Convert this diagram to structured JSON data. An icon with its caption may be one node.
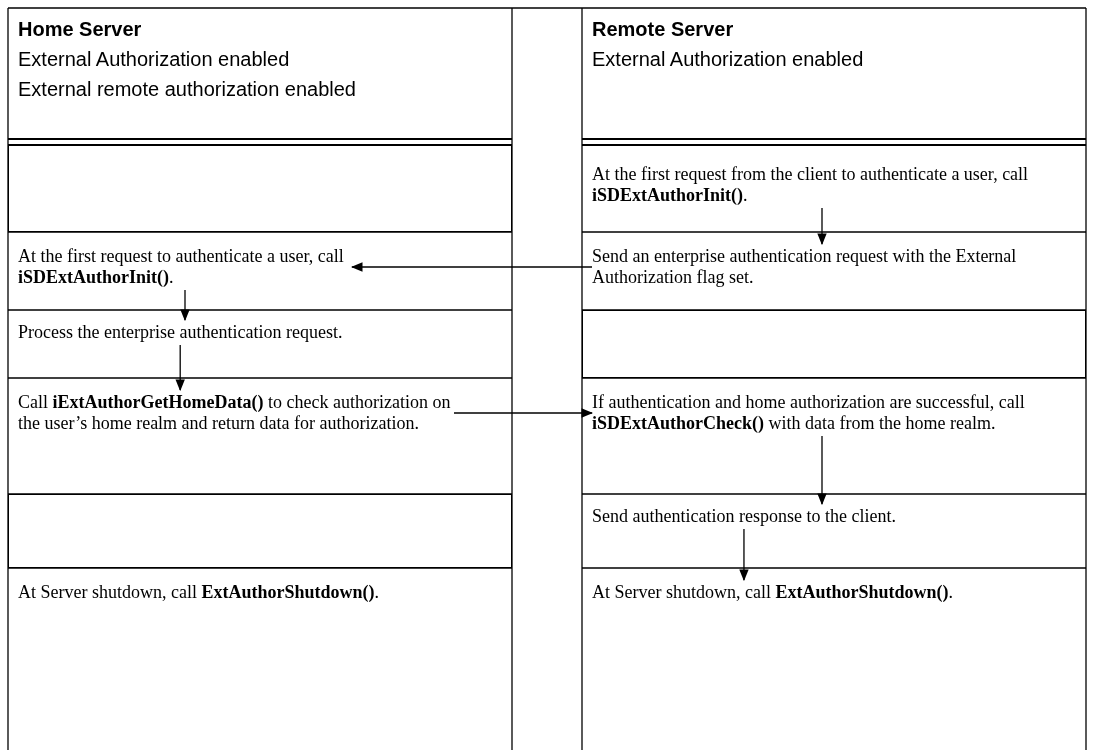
{
  "diagram": {
    "nodes": [
      {
        "text": [
          "Home Server",
          "External Authorization enabled",
          "External remote authorization enabled"
        ]
      },
      {
        "text": [
          "Remote Server",
          "External Authorization enabled"
        ]
      },
      {
        "text": [],
        "shape": "box"
      },
      {
        "text": [
          "At the first request from the client to authenticate a user, call **iSDExtAuthorInit()**."
        ]
      },
      {
        "text": [
          "At the first request to authenticate a user, call **iSDExtAuthorInit()**."
        ]
      },
      {
        "text": [
          "Send an enterprise authentication request with the External Authorization flag set."
        ]
      },
      {
        "text": [
          "Process the enterprise authentication request."
        ]
      },
      {
        "text": [],
        "shape": "box"
      },
      {
        "text": [
          "Call **iExtAuthorGetHomeData()** to check authorization on the user’s home realm and return data for authorization."
        ]
      },
      {
        "text": [
          "If authentication and home authorization are successful, call **iSDExtAuthorCheck()** with data from the home realm."
        ]
      },
      {
        "text": [],
        "shape": "box"
      },
      {
        "text": [
          "Send authentication response to the client."
        ]
      },
      {
        "text": [
          "At Server shutdown, call **ExtAuthorShutdown()**."
        ]
      },
      {
        "text": [
          "At Server shutdown, call **ExtAuthorShutdown()**."
        ]
      }
    ],
    "edges": [
      {
        "from": 3,
        "to": 5,
        "arrow": "to"
      },
      {
        "from": 5,
        "to": 4,
        "arrow": "to"
      },
      {
        "from": 4,
        "to": 6,
        "arrow": "to"
      },
      {
        "from": 6,
        "to": 8,
        "arrow": "to"
      },
      {
        "from": 8,
        "to": 9,
        "arrow": "to"
      },
      {
        "from": 9,
        "to": 11,
        "arrow": "to"
      },
      {
        "from": 11,
        "to": 13,
        "arrow": "to"
      }
    ]
  }
}
